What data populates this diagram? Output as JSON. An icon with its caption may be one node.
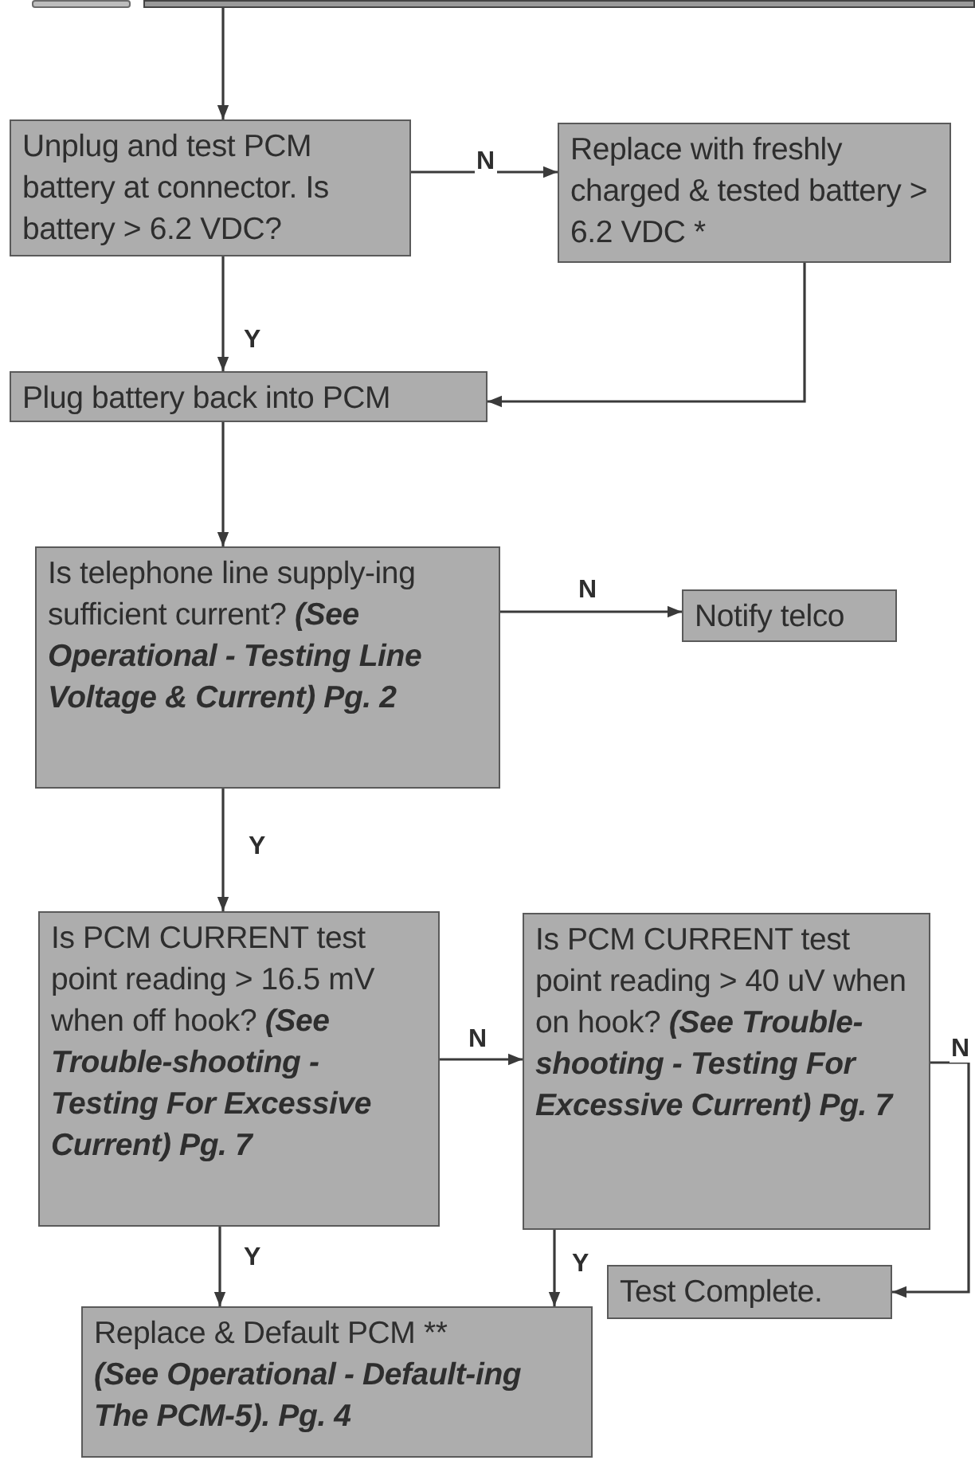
{
  "diagram": {
    "nodes": [
      {
        "text": [],
        "shape": "box"
      },
      {
        "text": [],
        "shape": "bar"
      },
      {
        "text": [
          "Unplug and test PCM battery at connector. Is battery > 6.2 VDC?"
        ]
      },
      {
        "text": [
          "Replace with freshly charged & tested battery > 6.2 VDC *"
        ]
      },
      {
        "text": [
          "Plug battery back into PCM"
        ]
      },
      {
        "text": [
          "Is telephone line supply-ing sufficient current?",
          "(See Operational - Testing Line Voltage & Current) Pg. 2"
        ]
      },
      {
        "text": [
          "Notify telco"
        ]
      },
      {
        "text": [
          "Is PCM CURRENT test point reading > 16.5 mV when off hook?",
          "(See Trouble-shooting - Testing For Excessive Current) Pg. 7"
        ]
      },
      {
        "text": [
          "Is PCM CURRENT test point reading > 40 uV when on hook?",
          "(See Trouble-shooting - Testing For Excessive Current) Pg. 7"
        ]
      },
      {
        "text": [
          "Test Complete."
        ]
      },
      {
        "text": [
          "Replace & Default PCM **",
          "(See Operational - Default-ing The PCM-5). Pg. 4"
        ]
      }
    ],
    "edges": [
      {
        "from": 1,
        "to": 2,
        "arrow": "to"
      },
      {
        "from": 2,
        "to": 3,
        "arrow": "to",
        "label": "N"
      },
      {
        "from": 2,
        "to": 4,
        "arrow": "to",
        "label": "Y"
      },
      {
        "from": 3,
        "to": 4,
        "arrow": "to"
      },
      {
        "from": 4,
        "to": 5,
        "arrow": "to"
      },
      {
        "from": 5,
        "to": 6,
        "arrow": "to",
        "label": "N"
      },
      {
        "from": 5,
        "to": 7,
        "arrow": "to",
        "label": "Y"
      },
      {
        "from": 7,
        "to": 8,
        "arrow": "to",
        "label": "N"
      },
      {
        "from": 7,
        "to": 10,
        "arrow": "to",
        "label": "Y"
      },
      {
        "from": 8,
        "to": 10,
        "arrow": "to",
        "label": "Y"
      },
      {
        "from": 8,
        "to": 9,
        "arrow": "to",
        "label": "N"
      }
    ]
  }
}
